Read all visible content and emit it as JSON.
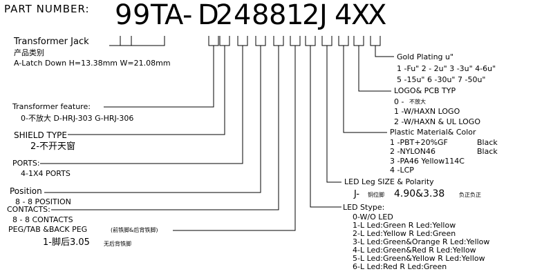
{
  "header": {
    "label": "PART NUMBER:",
    "code_chars": [
      "9",
      "9",
      "T",
      "A",
      "-",
      "D",
      "2",
      "4",
      "8",
      "8",
      "1",
      "2",
      "J",
      "4",
      "X",
      "X"
    ]
  },
  "left": {
    "transformer_jack": "Transformer Jack",
    "category_cn": "产品类别",
    "latch": "A-Latch Down H=13.38mm W=21.08mm",
    "feature_title": "Transformer feature:",
    "feature_values": "0-不放大   D-HRJ-303   G-HRJ-306",
    "shield_title": "SHIELD TYPE",
    "shield_value": "2-不开天窗",
    "ports_title": "PORTS:",
    "ports_value": "4-1X4 PORTS",
    "position_title": "Position",
    "position_value": "8 - 8 POSITION",
    "contacts_title": "CONTACTS:",
    "contacts_value": "8 - 8 CONTACTS",
    "peg_title": "PEG/TAB &BACK PEG",
    "peg_title_cn": "(前铁脚&后背铁脚)",
    "peg_value": "1-脚后3.05",
    "peg_value_cn": "无后背铁脚"
  },
  "right": {
    "gold_title": "Gold Plating u\"",
    "gold_line1": "1 -Fu\" 2 - 2u\" 3 -3u\" 4-6u\"",
    "gold_line2": "5 -15u\" 6 -30u\" 7 -50u\"",
    "logo_title": "LOGO& PCB TYP",
    "logo_line0": "0 -",
    "logo_line0_cn": "不放大",
    "logo_line1": "1 -W/HAXN LOGO",
    "logo_line2": "2 -W/HAXN & UL LOGO",
    "plastic_title": "Plastic Material& Color",
    "plastic_rows": [
      {
        "code": "1 -PBT+20%GF",
        "color": "Black"
      },
      {
        "code": "2 -NYLON46",
        "color": "Black"
      },
      {
        "code": "3 -PA46 Yellow114C",
        "color": ""
      },
      {
        "code": "4 -LCP",
        "color": ""
      }
    ],
    "led_leg_title": "LED Leg SIZE & Polarity",
    "led_leg_value_prefix": "J-",
    "led_leg_value_cn": "铜位脚",
    "led_leg_value": "4.90&3.38",
    "led_leg_value_cn2": "负正负正",
    "led_type_title": "LED Stype:",
    "led_types": [
      "0-W/O LED",
      "1-L Led:Green R Led:Yellow",
      "2-L Led:Yellow R Led:Green",
      "3-L Led:Green&Orange R Led:Yellow",
      "4-L Led:Green&Red R Led:Yellow",
      "5-L Led:Green&Yellow R Led:Yellow",
      "6-L Led:Red R Led:Green"
    ]
  }
}
